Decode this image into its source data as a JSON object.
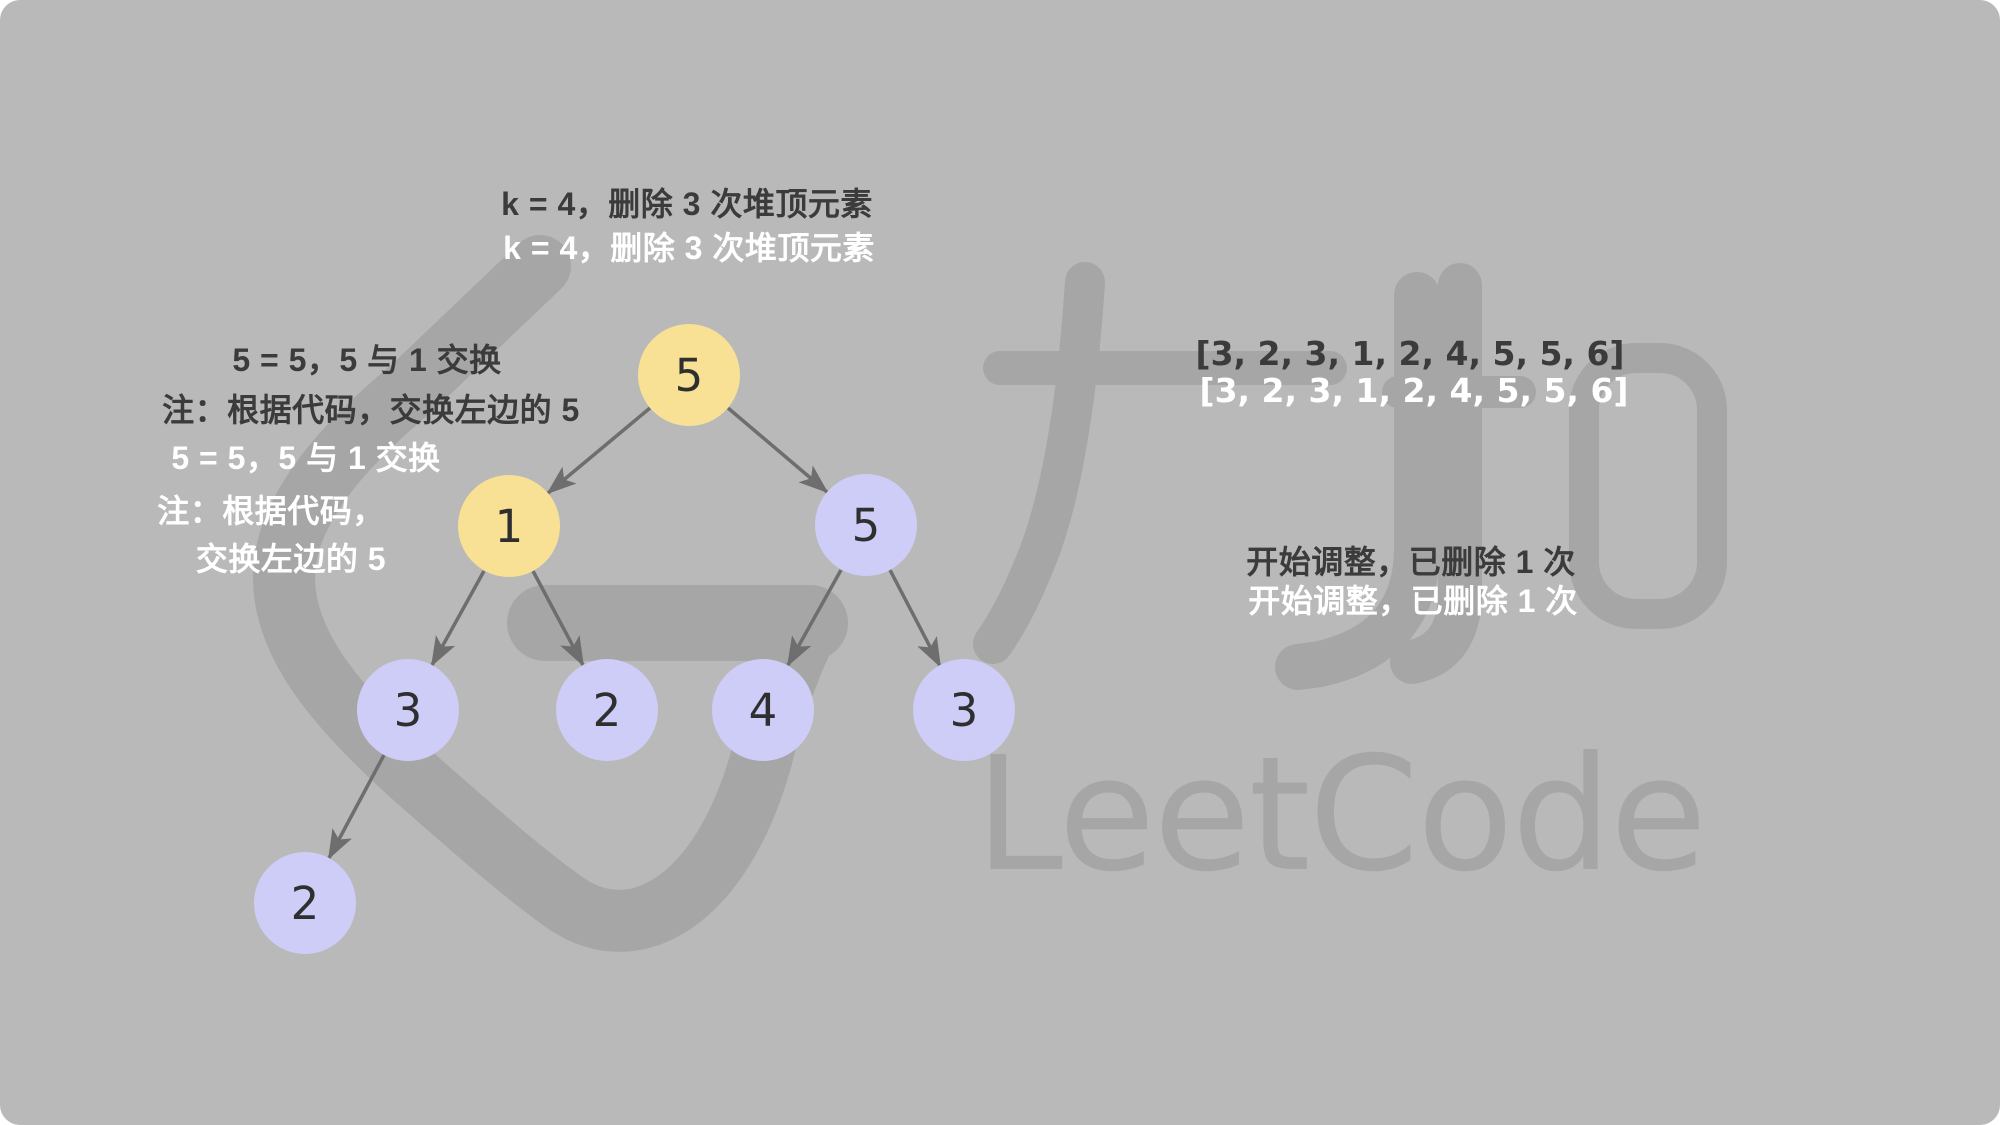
{
  "canvas": {
    "background": "#b9b9b9",
    "page_outside": "#ffffff"
  },
  "palette": {
    "yellow": "#f8e194",
    "lavender": "#cecdf7",
    "text_dark": "#3b3b3b",
    "text_white": "#ffffff",
    "node_text": "#2f2f2f",
    "arrow": "#6e6e6e",
    "watermark": "#a6a6a6"
  },
  "annotations": {
    "title": {
      "dark": "k = 4，删除 3 次堆顶元素",
      "white": "k = 4，删除 3 次堆顶元素"
    },
    "left": {
      "dark_line1": "5 = 5，5 与 1 交换",
      "dark_line2": "注：根据代码，交换左边的 5",
      "white_line1": "5 = 5，5 与 1 交换",
      "white_line2": "注：根据代码，",
      "white_line3": "交换左边的 5"
    },
    "right": {
      "array_dark": "[3, 2, 3, 1, 2, 4, 5, 5, 6]",
      "array_white": "[3, 2, 3, 1, 2, 4, 5, 5, 6]",
      "status_dark": "开始调整，已删除 1 次",
      "status_white": "开始调整，已删除 1 次"
    }
  },
  "tree": {
    "nodes": [
      {
        "id": "n0",
        "label": "5",
        "color": "yellow"
      },
      {
        "id": "n1",
        "label": "1",
        "color": "yellow"
      },
      {
        "id": "n2",
        "label": "5",
        "color": "lavender"
      },
      {
        "id": "n3",
        "label": "3",
        "color": "lavender"
      },
      {
        "id": "n4",
        "label": "2",
        "color": "lavender"
      },
      {
        "id": "n5",
        "label": "4",
        "color": "lavender"
      },
      {
        "id": "n6",
        "label": "3",
        "color": "lavender"
      },
      {
        "id": "n7",
        "label": "2",
        "color": "lavender"
      }
    ],
    "edges": [
      [
        "n0",
        "n1"
      ],
      [
        "n0",
        "n2"
      ],
      [
        "n1",
        "n3"
      ],
      [
        "n1",
        "n4"
      ],
      [
        "n2",
        "n5"
      ],
      [
        "n2",
        "n6"
      ],
      [
        "n3",
        "n7"
      ]
    ]
  },
  "watermark": {
    "brand": "LeetCode",
    "chinese": "力扣",
    "logo": "leetcode-logo-mark"
  }
}
